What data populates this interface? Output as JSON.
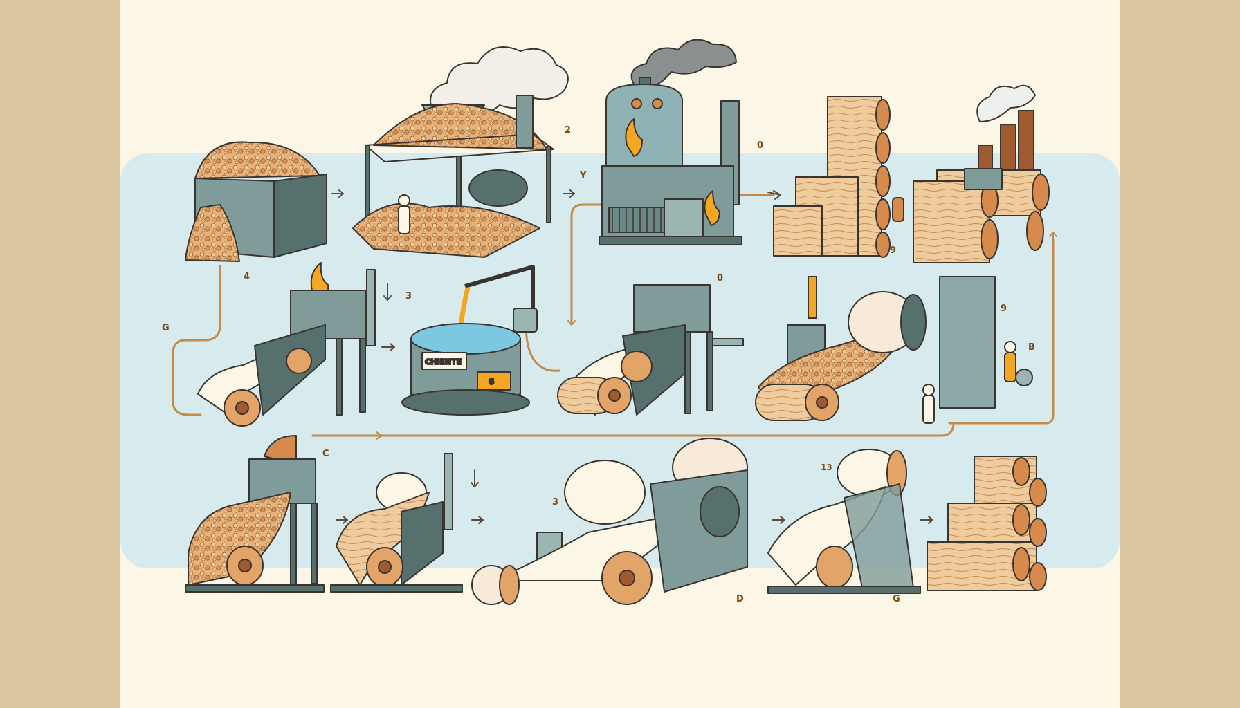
{
  "tank_label": "CHIEHTE",
  "tank_panel_number": "6",
  "step_markers": [
    {
      "id": "after-pit",
      "text": "4"
    },
    {
      "id": "after-hopper",
      "text": "2"
    },
    {
      "id": "before-boiler",
      "text": "Y"
    },
    {
      "id": "after-boiler",
      "text": "0"
    },
    {
      "id": "after-logs",
      "text": "9"
    },
    {
      "id": "left-loop",
      "text": "G"
    },
    {
      "id": "before-tank",
      "text": "3"
    },
    {
      "id": "above-roller-1",
      "text": "0"
    },
    {
      "id": "right-roller",
      "text": "9"
    },
    {
      "id": "right-edge",
      "text": "B"
    },
    {
      "id": "row3-start",
      "text": "C"
    },
    {
      "id": "before-double-roll",
      "text": "3"
    },
    {
      "id": "before-last-stair",
      "text": "13"
    },
    {
      "id": "below-double-roll",
      "text": "D"
    },
    {
      "id": "below-last-stair",
      "text": "G"
    }
  ],
  "colors": {
    "frame": "#dcc8a0",
    "paper": "#fbf6e6",
    "band": "#d7ebee",
    "wood": "#e3a468",
    "wood_end": "#d68a4c",
    "metal": "#7f9c9a",
    "metal_dark": "#56706e",
    "outline": "#3a3430",
    "arrow": "#c48a46",
    "roll": "#f7ead8",
    "flame": "#f5a623"
  }
}
